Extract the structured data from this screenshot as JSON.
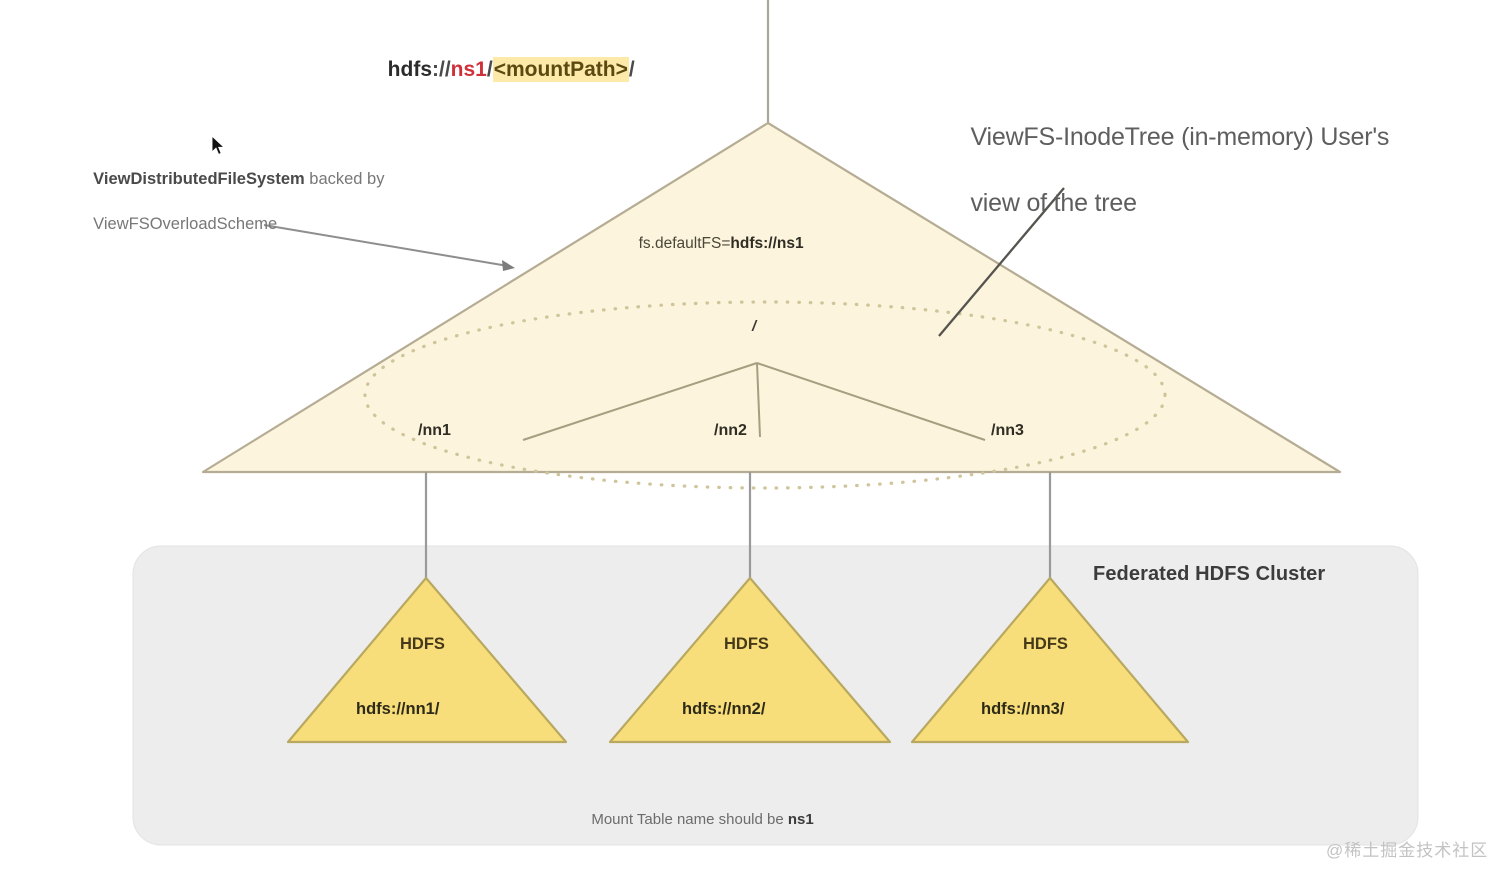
{
  "diagram": {
    "title_url": {
      "scheme": "hdfs",
      "sep1": "://",
      "nameservice": "ns1",
      "sep2": "/",
      "mount_path": "<mountPath>",
      "sep3": "/"
    },
    "left_annotation": {
      "strong": "ViewDistributedFileSystem",
      "rest": " backed by",
      "line2": "ViewFSOverloadScheme"
    },
    "right_annotation": {
      "line1": "ViewFS-InodeTree (in-memory) User's",
      "line2": "view of the tree"
    },
    "viewfs_triangle": {
      "default_fs_label": "fs.defaultFS=",
      "default_fs_value": "hdfs://ns1",
      "root_node": "/",
      "mount_points": [
        {
          "label": "/nn1"
        },
        {
          "label": "/nn2"
        },
        {
          "label": "/nn3"
        }
      ]
    },
    "federated_cluster": {
      "title": "Federated HDFS Cluster",
      "note_prefix": "Mount Table name should be ",
      "note_value": "ns1",
      "namespaces": [
        {
          "title": "HDFS",
          "uri": "hdfs://nn1/"
        },
        {
          "title": "HDFS",
          "uri": "hdfs://nn2/"
        },
        {
          "title": "HDFS",
          "uri": "hdfs://nn3/"
        }
      ]
    },
    "watermark": "@稀土掘金技术社区",
    "colors": {
      "viewfs_fill": "#FCF4DC",
      "viewfs_stroke": "#b5ac93",
      "hdfs_fill": "#F7DE7A",
      "hdfs_stroke": "#b9a85f",
      "cluster_box_fill": "#EDEDED",
      "highlight": "#fdeaa8",
      "ns_accent": "#d0303a",
      "connector": "#9a9a9a"
    }
  }
}
